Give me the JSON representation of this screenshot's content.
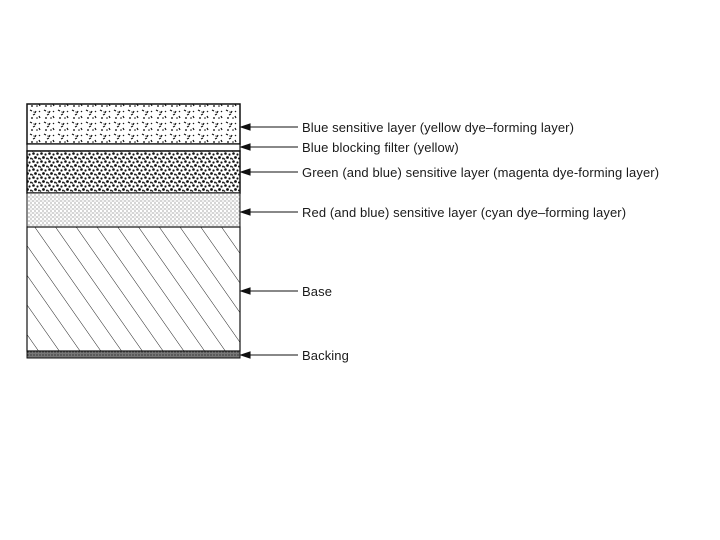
{
  "diagram": {
    "layers": [
      {
        "id": "blue-sensitive",
        "label": "Blue sensitive layer (yellow dye–forming layer)"
      },
      {
        "id": "blue-blocking",
        "label": "Blue blocking filter (yellow)"
      },
      {
        "id": "green-sensitive",
        "label": "Green (and blue) sensitive layer (magenta dye-forming layer)"
      },
      {
        "id": "red-sensitive",
        "label": "Red (and blue) sensitive layer (cyan dye–forming layer)"
      },
      {
        "id": "base",
        "label": "Base"
      },
      {
        "id": "backing",
        "label": "Backing"
      }
    ]
  }
}
